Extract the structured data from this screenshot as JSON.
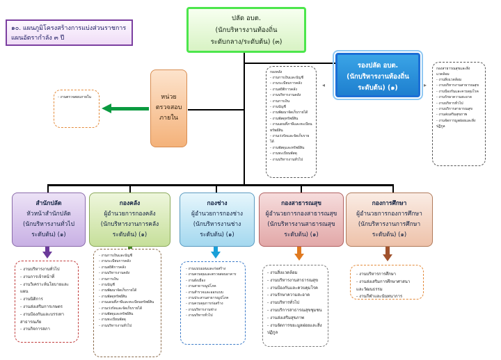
{
  "title": {
    "line1": "๑๐. แผนภูมิโครงสร้างการแบ่งส่วนราชการ",
    "line2": "แผนอัตรากำลัง ๓ ปี"
  },
  "top": {
    "line1": "ปลัด อบต.",
    "line2": "(นักบริหารงานท้องถิ่น",
    "line3": "ระดับกลาง/ระดับต้น) (๓)"
  },
  "deputy": {
    "line1": "รองปลัด อบต.",
    "line2": "(นักบริหารงานท้องถิ่น",
    "line3": "ระดับต้น) (๑)"
  },
  "audit": {
    "line1": "หน่วย",
    "line2": "ตรวจสอบ",
    "line3": "ภายใน"
  },
  "audit_tasks": [
    "งานตรวจสอบภายใน"
  ],
  "finance_list": {
    "head": "กองคลัง",
    "items": [
      "งานการเงินและบัญชี",
      "งานระเบียบการคลัง",
      "งานสถิติการคลัง",
      "งานบริหารงานคลัง",
      "งานการเงิน",
      "งานบัญชี",
      "งานพัฒนาจัดเก็บรายได้",
      "งานพัสดุทรัพย์สิน",
      "งานแผนที่ภาษีและทะเบียนทรัพย์สิน",
      "งานเร่งรัดและจัดเก็บรายได้",
      "งานพัสดุและทรัพย์สิน",
      "งานทะเบียนพัสดุ",
      "งานบริหารงานทั่วไป"
    ]
  },
  "health_side": {
    "head": "กองสาธารณสุขและสิ่งแวดล้อม",
    "items": [
      "งานสิ่งแวดล้อม",
      "งานบริหารงานสาธารณสุข",
      "งานป้องกันและควบคุมโรค",
      "งานรักษาความสะอาด",
      "งานบริหารทั่วไป",
      "งานบริการสาธารณสุข",
      "งานส่งเสริมสุขภาพ",
      "งานจัดการมูลฝอยและสิ่งปฏิกูล"
    ]
  },
  "divisions": [
    {
      "l1": "สำนักปลัด",
      "l2": "หัวหน้าสำนักปลัด",
      "l3": "(นักบริหารงานทั่วไป",
      "l4": "ระดับต้น) (๑)"
    },
    {
      "l1": "กองคลัง",
      "l2": "ผู้อำนวยการกองคลัง",
      "l3": "(นักบริหารงานการคลัง",
      "l4": "ระดับต้น) (๑)"
    },
    {
      "l1": "กองช่าง",
      "l2": "ผู้อำนวยการกองช่าง",
      "l3": "(นักบริหารงานช่าง",
      "l4": "ระดับต้น) (๑)"
    },
    {
      "l1": "กองสาธารณสุข",
      "l2": "ผู้อำนวยการกองสาธารณสุข",
      "l3": "(นักบริหารงานสาธารณสุข",
      "l4": "ระดับต้น) (๑)"
    },
    {
      "l1": "กองการศึกษา",
      "l2": "ผู้อำนวยการกองการศึกษา",
      "l3": "(นักบริหารงานการศึกษา",
      "l4": "ระดับต้น) (๑)"
    }
  ],
  "tasks": [
    [
      "งานบริหารงานทั่วไป",
      "งานการเจ้าหน้าที่",
      "งานวิเคราะห์นโยบายและแผน",
      "งานนิติการ",
      "งานส่งเสริมการเกษตร",
      "งานป้องกันและบรรเทาสาธารณภัย",
      "งานกิจการสภา"
    ],
    [
      "งานการเงินและบัญชี",
      "งานระเบียบการคลัง",
      "งานสถิติการคลัง",
      "งานบริหารงานคลัง",
      "งานการเงิน",
      "งานบัญชี",
      "งานพัฒนาจัดเก็บรายได้",
      "งานพัสดุทรัพย์สิน",
      "งานแผนที่ภาษีและทะเบียนทรัพย์สิน",
      "งานเร่งรัดและจัดเก็บรายได้",
      "งานพัสดุและทรัพย์สิน",
      "งานทะเบียนพัสดุ",
      "งานบริหารงานทั่วไป"
    ],
    [
      "งานแบบแผนและก่อสร้าง",
      "งานควบคุมและตรวจสอบอาคาร",
      "งานผังเมือง",
      "งานสาธารณูปโภค",
      "งานสำรวจและออกแบบ",
      "งานประสานสาธารณูปโภค",
      "งานควบคุมการก่อสร้าง",
      "งานบริหารงานช่าง",
      "งานบริหารทั่วไป"
    ],
    [
      "งานสิ่งแวดล้อม",
      "งานบริหารงานสาธารณสุข",
      "งานป้องกันและควบคุมโรค",
      "งานรักษาความสะอาด",
      "งานบริหารทั่วไป",
      "งานบริการสาธารณสุขชุมชน",
      "งานส่งเสริมสุขภาพ",
      "งานจัดการขยะมูลฝอยและสิ่งปฏิกูล"
    ],
    [
      "งานบริหารการศึกษา",
      "งานส่งเสริมการศึกษาศาสนาและวัฒนธรรม",
      "งานกีฬาและนันทนาการ"
    ]
  ]
}
